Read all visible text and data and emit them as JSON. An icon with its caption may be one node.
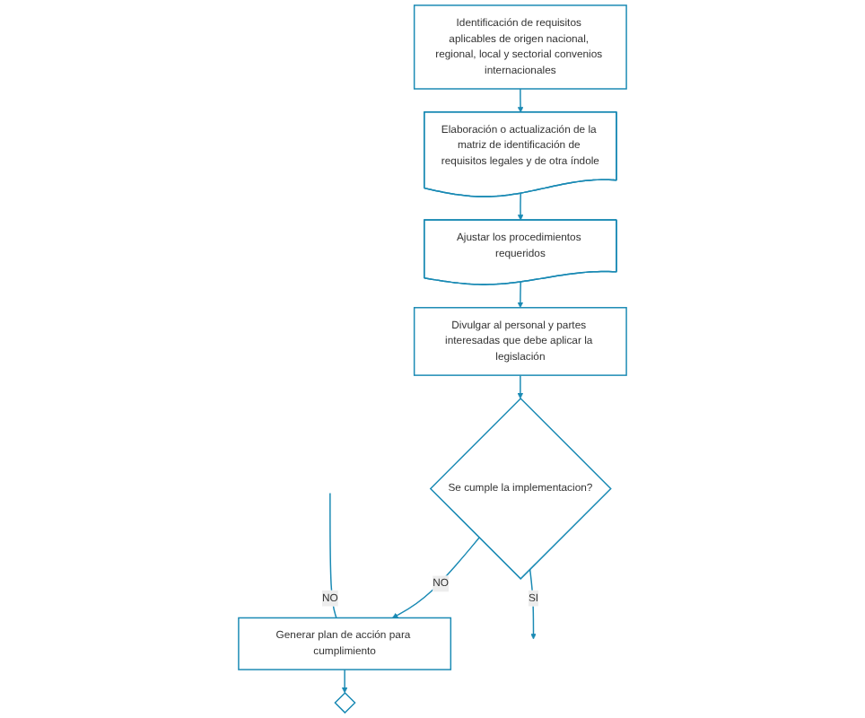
{
  "diagram": {
    "nodes": [
      {
        "text": [
          "Identificación de requisitos aplicables de origen nacional, regional, local y sectorial convenios internacionales"
        ]
      },
      {
        "text": [
          "Elaboración o actualización de la matriz de identificación de requisitos legales y de otra índole"
        ]
      },
      {
        "text": [
          "Ajustar los procedimientos requeridos"
        ]
      },
      {
        "text": [
          "Divulgar al personal y partes interesadas que debe aplicar la legislación"
        ]
      },
      {
        "text": [
          "Se cumple la implementacion?"
        ]
      },
      {
        "text": [
          "Generar plan de acción para cumplimiento"
        ]
      },
      {
        "text": [],
        "shape": "diamond"
      }
    ],
    "edges": [
      {
        "from": 0,
        "to": 1,
        "arrow": "to"
      },
      {
        "from": 1,
        "to": 2,
        "arrow": "to"
      },
      {
        "from": 2,
        "to": 3,
        "arrow": "to"
      },
      {
        "from": 3,
        "to": 4,
        "arrow": "to"
      },
      {
        "from": 4,
        "to": 5,
        "label": "NO",
        "arrow": "to"
      },
      {
        "from": 4,
        "to": null,
        "label": "SI",
        "arrow": "to"
      },
      {
        "from": 5,
        "to": 6,
        "arrow": "to"
      },
      {
        "from": null,
        "to": 5,
        "label": "NO",
        "arrow": "none"
      }
    ]
  }
}
